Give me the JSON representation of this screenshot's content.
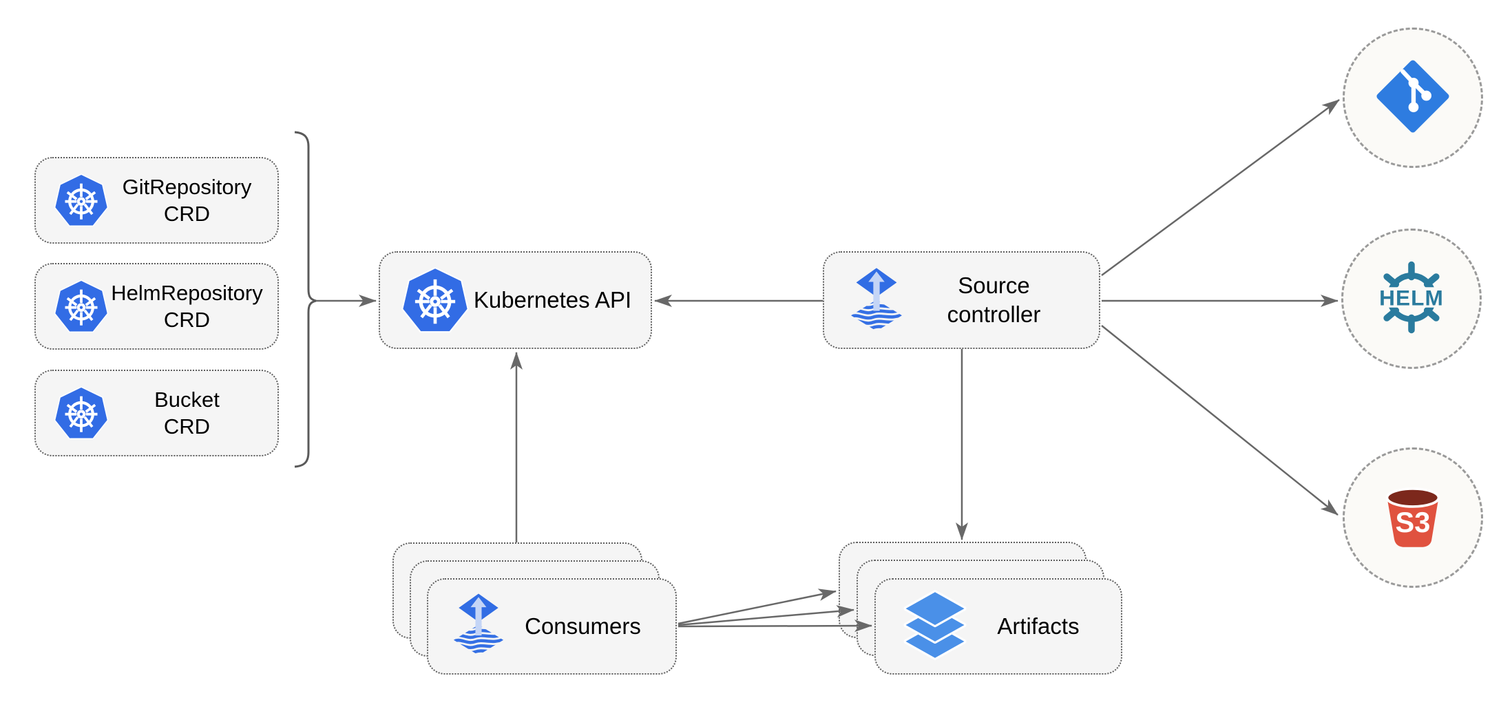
{
  "nodes": {
    "crd_list": [
      {
        "line1": "GitRepository",
        "line2": "CRD"
      },
      {
        "line1": "HelmRepository",
        "line2": "CRD"
      },
      {
        "line1": "Bucket",
        "line2": "CRD"
      }
    ],
    "kubernetes_api": {
      "label": "Kubernetes API"
    },
    "source_controller": {
      "line1": "Source",
      "line2": "controller"
    },
    "consumers": {
      "label": "Consumers"
    },
    "artifacts": {
      "label": "Artifacts"
    }
  },
  "external_targets": {
    "git": {
      "icon": "git-icon"
    },
    "helm": {
      "icon": "helm-icon",
      "text": "HELM"
    },
    "s3": {
      "icon": "s3-bucket-icon",
      "text": "S3"
    }
  },
  "icons": {
    "kubernetes-icon": "blue heptagon with white ship wheel",
    "flux-icon": "blue diamond with up arrow over wavy-stripe diamond",
    "layers-icon": "three stacked blue rhombus layers",
    "git-icon": "blue rotated square with white commit branch graph",
    "helm-icon": "teal ship wheel with HELM wordmark",
    "s3-bucket-icon": "red bucket with S3 wordmark"
  },
  "colors": {
    "kubernetes_blue": "#326CE5",
    "flux_blue": "#316de4",
    "flux_arrow_light": "#c4d5f6",
    "layers_blue": "#4a90e8",
    "git_blue": "#2e7ce0",
    "helm_teal": "#2a7b9e",
    "s3_red": "#e0523f",
    "s3_dark_red": "#7c281c",
    "arrow_gray": "#686868",
    "node_fill": "#f5f5f5",
    "node_border": "#5e5e5e",
    "circle_border": "#9a9a9a"
  }
}
